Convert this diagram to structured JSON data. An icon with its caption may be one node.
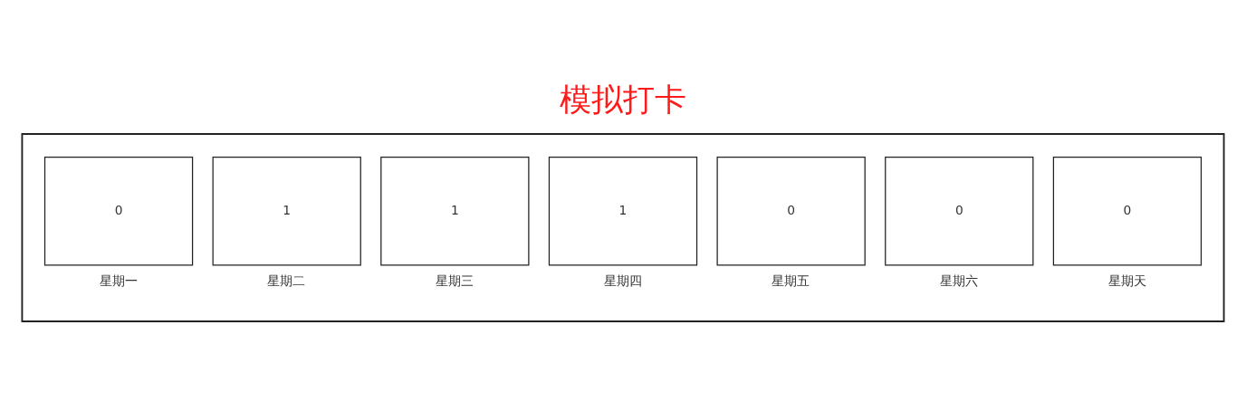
{
  "diagram": {
    "title": "模拟打卡",
    "nodes": [
      {
        "text": [],
        "shape": "box"
      },
      {
        "text": [
          "0"
        ],
        "in": 0,
        "beside": [
          "星期一"
        ]
      },
      {
        "text": [
          "1"
        ],
        "in": 0,
        "beside": [
          "星期二"
        ]
      },
      {
        "text": [
          "1"
        ],
        "in": 0,
        "beside": [
          "星期三"
        ]
      },
      {
        "text": [
          "1"
        ],
        "in": 0,
        "beside": [
          "星期四"
        ]
      },
      {
        "text": [
          "0"
        ],
        "in": 0,
        "beside": [
          "星期五"
        ]
      },
      {
        "text": [
          "0"
        ],
        "in": 0,
        "beside": [
          "星期六"
        ]
      },
      {
        "text": [
          "0"
        ],
        "in": 0,
        "beside": [
          "星期天"
        ]
      }
    ],
    "edges": []
  }
}
